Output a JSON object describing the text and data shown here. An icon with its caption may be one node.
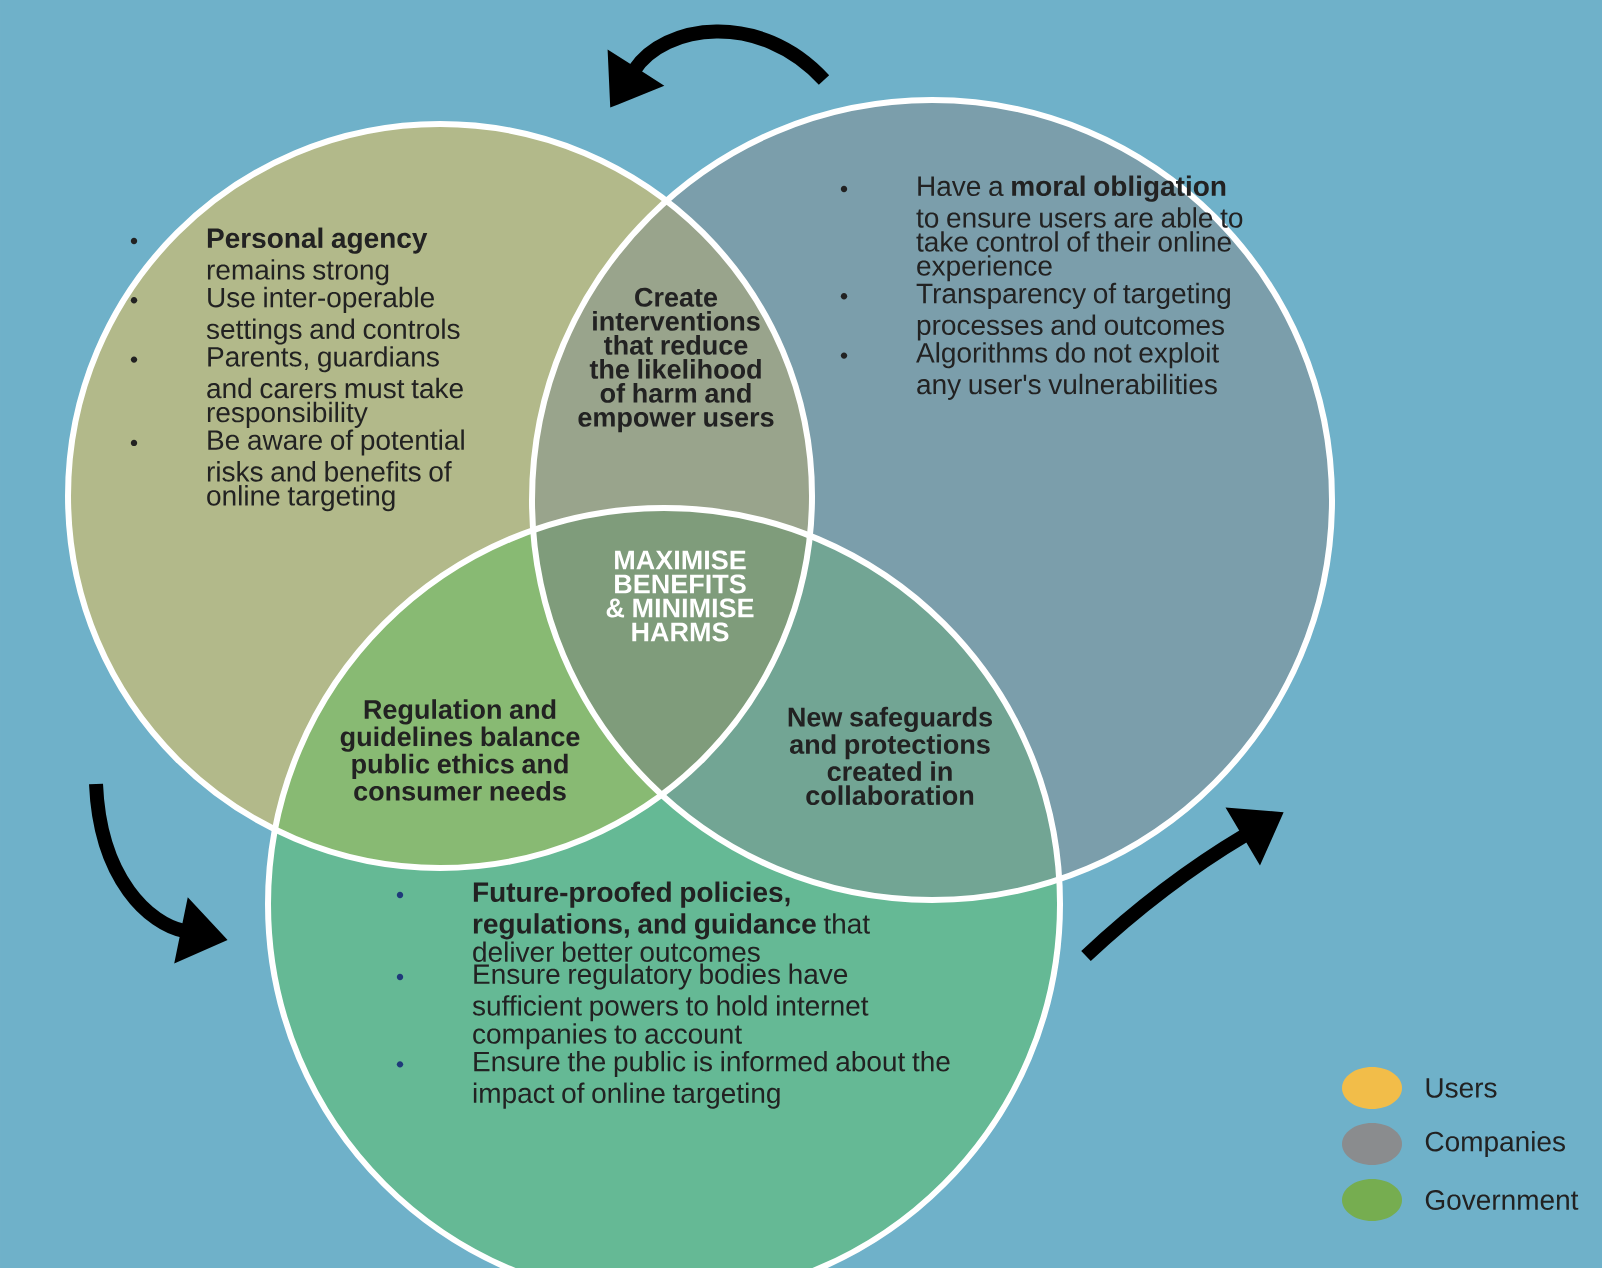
{
  "diagram": {
    "nodes": [
      {
        "text": [
          "**Personal agency** remains strong",
          "Use inter-operable settings and controls",
          "Parents, guardians and carers must take responsibility",
          "Be aware of potential risks and benefits of online targeting"
        ]
      },
      {
        "text": [
          "Have a **moral obligation** to ensure users are able to take control of their online experience",
          "Transparency of targeting processes and outcomes",
          "Algorithms do not exploit any user's vulnerabilities"
        ]
      },
      {
        "text": [
          "**Future-proofed policies, regulations, and guidance** that deliver better outcomes",
          "Ensure regulatory bodies have sufficient powers to hold internet companies to account",
          "Ensure the public is informed about the impact of online targeting"
        ]
      }
    ],
    "edges": [
      {
        "from": 1,
        "to": 0,
        "arrow": "to"
      },
      {
        "from": 0,
        "to": 2,
        "arrow": "to"
      },
      {
        "from": 2,
        "to": 1,
        "arrow": "to"
      }
    ],
    "labels": [
      "Create interventions that reduce the likelihood of harm and empower users",
      "MAXIMISE BENEFITS & MINIMISE HARMS",
      "Regulation and guidelines balance public ethics and consumer needs",
      "New safeguards and protections created in collaboration"
    ],
    "legend": [
      {
        "text": "Users",
        "color": "#f2bd49"
      },
      {
        "text": "Companies",
        "color": "#8a8c8e"
      },
      {
        "text": "Government",
        "color": "#76ad50"
      }
    ]
  }
}
